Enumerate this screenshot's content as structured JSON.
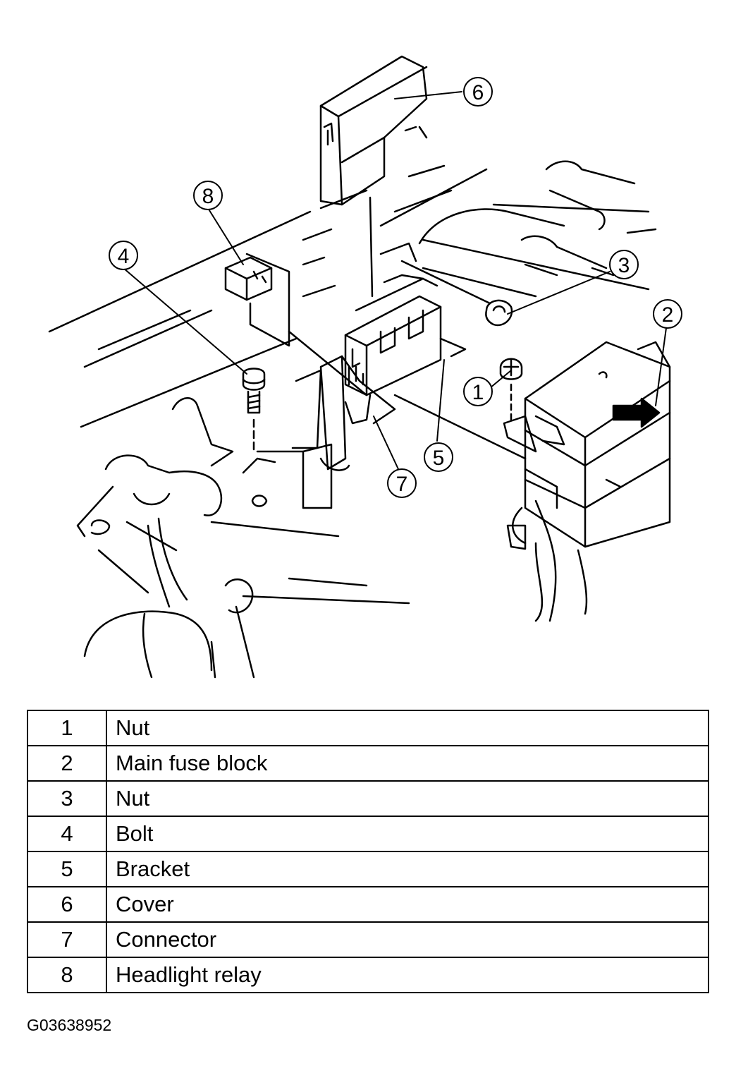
{
  "callouts": {
    "c1": "1",
    "c2": "2",
    "c3": "3",
    "c4": "4",
    "c5": "5",
    "c6": "6",
    "c7": "7",
    "c8": "8"
  },
  "legend": {
    "rows": [
      {
        "num": "1",
        "label": "Nut"
      },
      {
        "num": "2",
        "label": "Main fuse block"
      },
      {
        "num": "3",
        "label": "Nut"
      },
      {
        "num": "4",
        "label": "Bolt"
      },
      {
        "num": "5",
        "label": "Bracket"
      },
      {
        "num": "6",
        "label": "Cover"
      },
      {
        "num": "7",
        "label": "Connector"
      },
      {
        "num": "8",
        "label": "Headlight relay"
      }
    ]
  },
  "figure_code": "G03638952"
}
